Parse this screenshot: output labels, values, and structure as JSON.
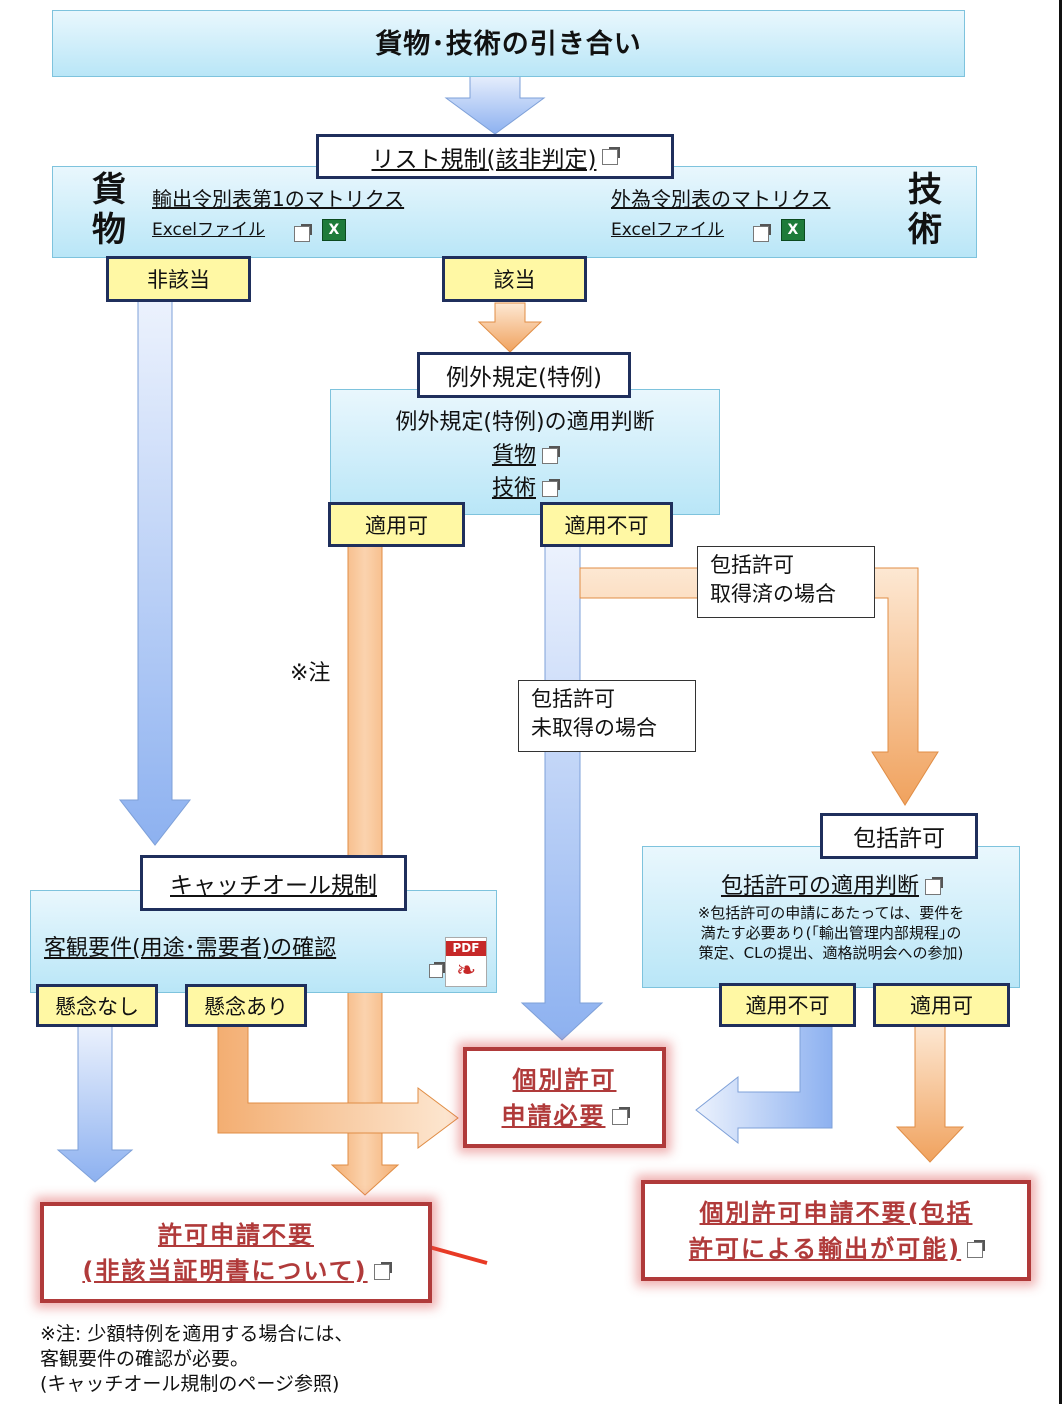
{
  "top_title": "貨物･技術の引き合い",
  "list_reg": {
    "label": "リスト規制(該非判定)",
    "left_side_chars": [
      "貨",
      "物"
    ],
    "right_side_chars": [
      "技",
      "術"
    ],
    "goods_matrix": "輸出令別表第1のマトリクス",
    "goods_excel": "Excelファイル",
    "tech_matrix": "外為令別表のマトリクス",
    "tech_excel": "Excelファイル",
    "not_applicable": "非該当",
    "applicable": "該当"
  },
  "exception": {
    "label": "例外規定(特例)",
    "heading": "例外規定(特例)の適用判断",
    "goods_link": "貨物",
    "tech_link": "技術",
    "ok": "適用可",
    "ng": "適用不可"
  },
  "note_mark": "※注",
  "bulk_obtained": [
    "包括許可",
    "取得済の場合"
  ],
  "bulk_not_obtained": [
    "包括許可",
    "未取得の場合"
  ],
  "bulk": {
    "label": "包括許可",
    "heading": "包括許可の適用判断",
    "note_lines": [
      "※包括許可の申請にあたっては、要件を",
      "満たす必要あり(｢輸出管理内部規程｣の",
      "策定、CLの提出、適格説明会への参加)"
    ],
    "ng": "適用不可",
    "ok": "適用可"
  },
  "catchall": {
    "label": "キャッチオール規制",
    "heading": "客観要件(用途･需要者)の確認",
    "no_concern": "懸念なし",
    "concern": "懸念あり",
    "pdf_label": "PDF"
  },
  "result_individual": [
    "個別許可",
    "申請必要"
  ],
  "result_none": [
    "許可申請不要",
    "(非該当証明書について)"
  ],
  "result_bulk_export": [
    "個別許可申請不要(包括",
    "許可による輸出が可能)"
  ],
  "footnote": [
    "※注: 少額特例を適用する場合には、",
    "客観要件の確認が必要。",
    "(キャッチオール規制のページ参照)"
  ],
  "excel_icon_glyph": "X",
  "colors": {
    "blue_arrow": "#8fb4f2",
    "orange_arrow": "#f2a462",
    "result_red": "#b03a3a",
    "box_border": "#1f2f5c",
    "yellow_box": "#fff8a4"
  }
}
